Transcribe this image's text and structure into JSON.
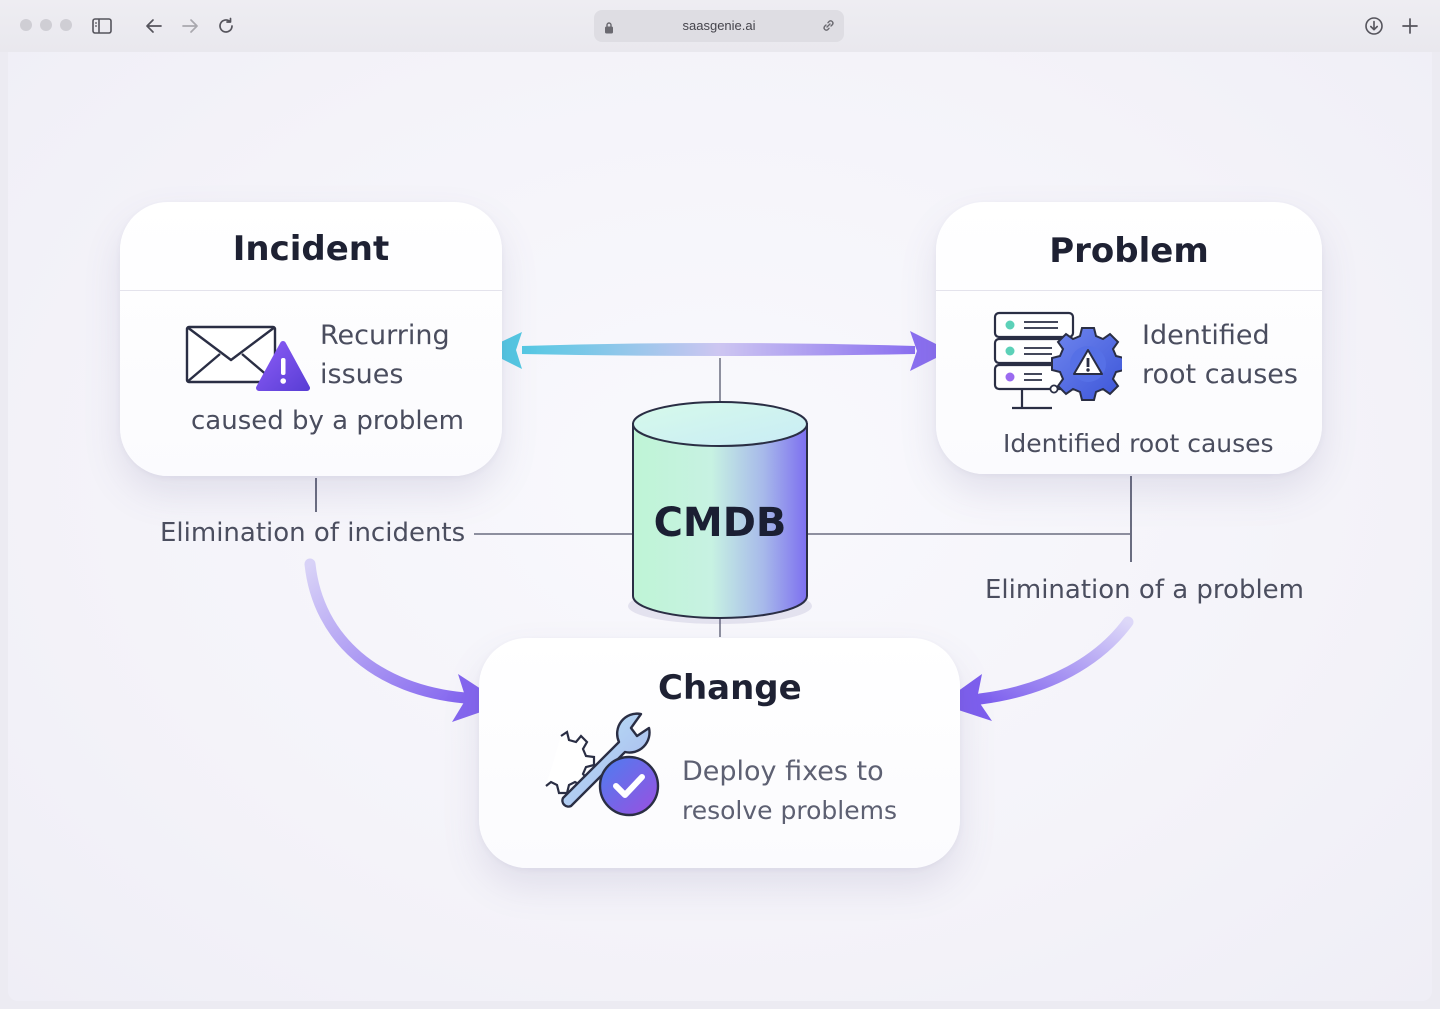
{
  "browser": {
    "url": "saasgenie.ai",
    "icons": [
      "sidebar-icon",
      "back-arrow-icon",
      "forward-arrow-icon",
      "reload-icon",
      "lock-icon",
      "link-icon",
      "download-icon",
      "plus-icon"
    ]
  },
  "diagram": {
    "incident": {
      "title": "Incident",
      "line1": "Recurring",
      "line2": "issues",
      "caption": "caused by a problem",
      "icon": "envelope-warning-icon"
    },
    "problem": {
      "title": "Problem",
      "line1": "Identified",
      "line2": "root causes",
      "caption": "Identified root causes",
      "icon": "server-gear-warning-icon"
    },
    "change": {
      "title": "Change",
      "line1": "Deploy fixes to",
      "line2": "resolve problems",
      "icon": "wrench-gear-check-icon"
    },
    "center": {
      "label": "CMDB"
    },
    "edges": {
      "left": "Elimination of incidents",
      "right": "Elimination of a problem"
    },
    "colors": {
      "accent_purple": "#7b68ee",
      "accent_teal": "#5ccfe0",
      "cylinder_mint": "#c8f5df",
      "cylinder_violet": "#8a7ff0"
    }
  }
}
